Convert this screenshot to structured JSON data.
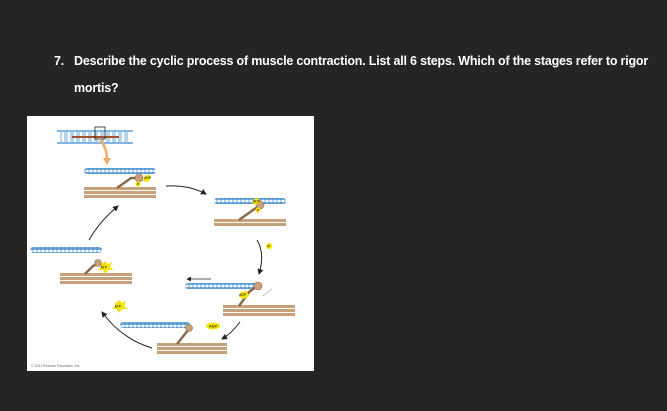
{
  "question": {
    "number": "7.",
    "text": "Describe the cyclic process of muscle contraction. List all 6 steps. Which of the stages refer to rigor mortis?"
  },
  "figure": {
    "labels": {
      "atp": "ATP",
      "adp": "ADP",
      "p": "P"
    },
    "copyright": "© 2011 Pearson Education, Inc.",
    "colors": {
      "actin": "#5b9bd5",
      "myosin": "#c8a07a",
      "myosin_dark": "#8b6a4a",
      "atp_badge": "#f5e400",
      "arrow": "#222222",
      "intro_arrow": "#f0a868"
    }
  }
}
